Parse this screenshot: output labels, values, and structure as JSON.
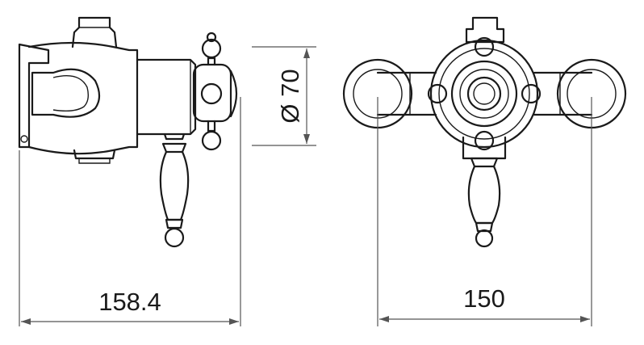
{
  "dimensions": {
    "depth": "158.4",
    "centres": "150",
    "diameter": "Ø 70"
  },
  "colors": {
    "line": "#1a1a1a",
    "dimension": "#555555",
    "background": "#ffffff"
  }
}
